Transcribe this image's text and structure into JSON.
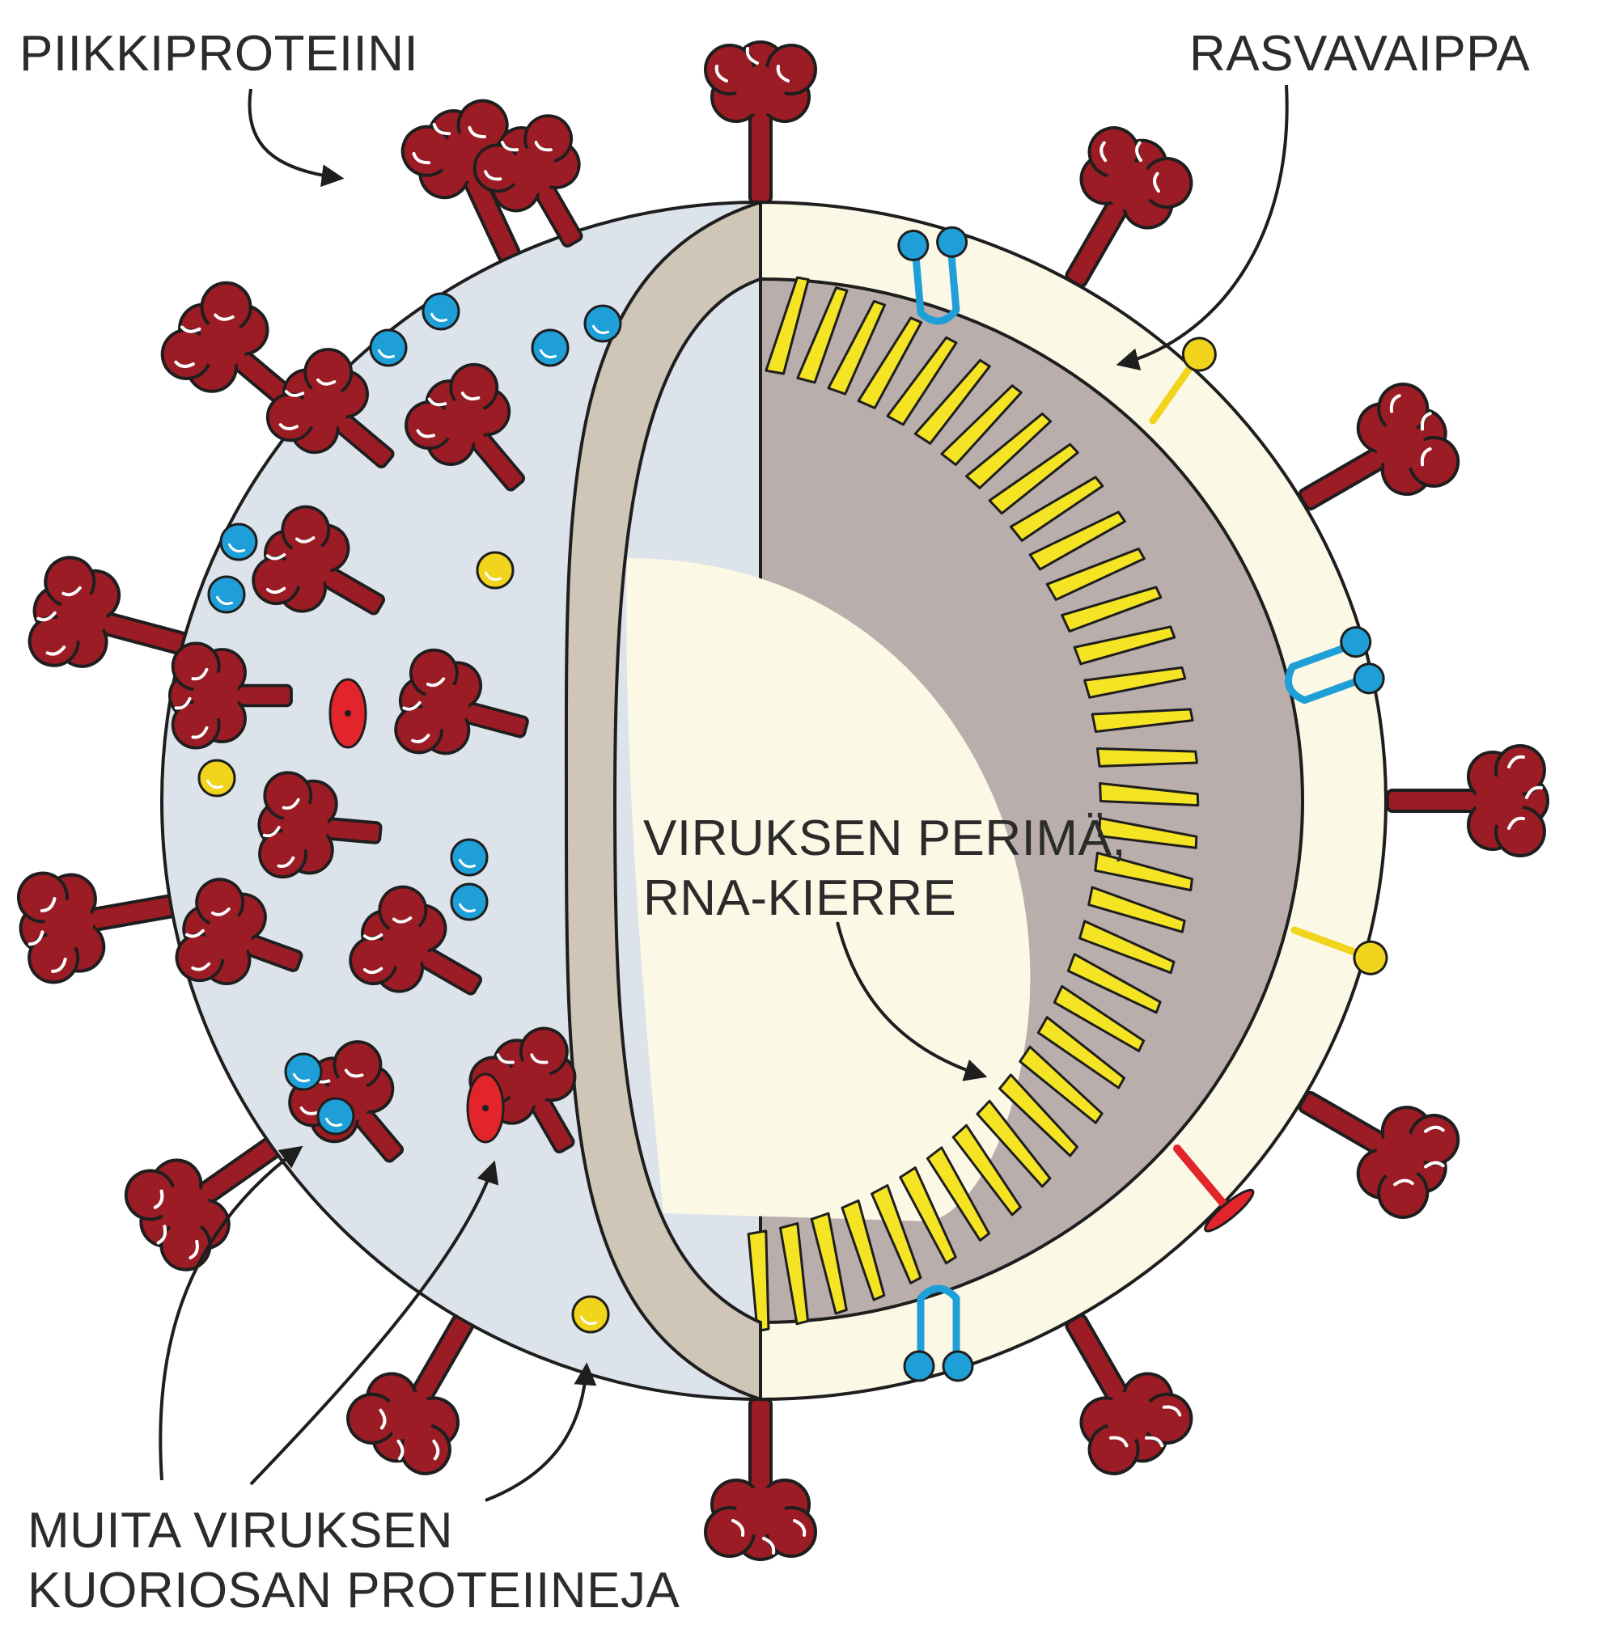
{
  "labels": {
    "spike_protein": "PIIKKIPROTEIINI",
    "lipid_envelope": "RASVAVAIPPA",
    "genome_line1": "VIRUKSEN PERIMÄ,",
    "genome_line2": "RNA-KIERRE",
    "other_line1": "MUITA VIRUKSEN",
    "other_line2": "KUORIOSAN PROTEIINEJA"
  },
  "colors": {
    "spike": "#9b1c25",
    "spike_highlight": "#ffffff",
    "outline": "#1e1e1e",
    "surface": "#dde3ea",
    "shell_cut": "#cfc6b8",
    "envelope_band": "#fcf8e6",
    "interior": "#b9aeab",
    "core": "#fcf8e6",
    "rna": "#f5e424",
    "blue_protein": "#1e9fd8",
    "yellow_protein": "#f0d51c",
    "red_protein": "#e1252a"
  }
}
